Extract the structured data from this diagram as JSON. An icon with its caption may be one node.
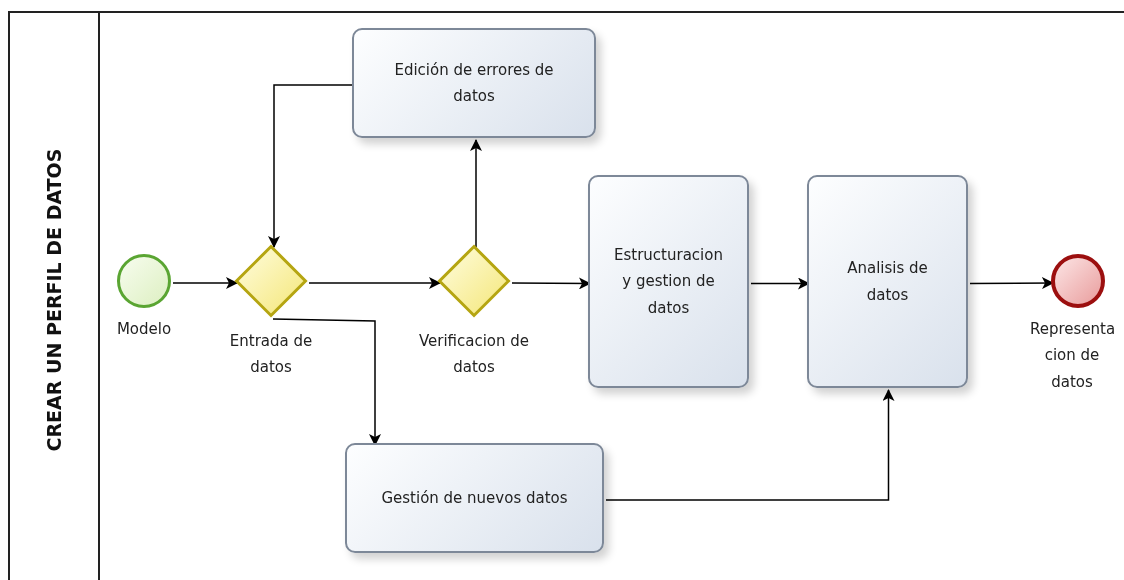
{
  "diagram": {
    "nodes": [
      {
        "text": [
          "CREAR UN PERFIL DE DATOS"
        ]
      },
      {
        "text": [],
        "shape": "circle",
        "in": 0,
        "beside": [
          "Modelo"
        ]
      },
      {
        "text": [],
        "shape": "diamond",
        "in": 0,
        "beside": [
          "Entrada de datos"
        ]
      },
      {
        "text": [
          "Edición de errores de datos"
        ],
        "in": 0
      },
      {
        "text": [],
        "shape": "diamond",
        "in": 0,
        "beside": [
          "Verificacion de datos"
        ]
      },
      {
        "text": [
          "Estructuracion y gestion de datos"
        ],
        "in": 0
      },
      {
        "text": [
          "Analisis de datos"
        ],
        "in": 0
      },
      {
        "text": [
          "Gestión de nuevos datos"
        ],
        "in": 0
      },
      {
        "text": [],
        "shape": "circle",
        "in": 0,
        "beside": [
          "Representa cion de datos"
        ]
      }
    ],
    "edges": [
      {
        "from": 1,
        "to": 2,
        "arrow": "to"
      },
      {
        "from": 2,
        "to": 4,
        "arrow": "to"
      },
      {
        "from": 4,
        "to": 3,
        "arrow": "to"
      },
      {
        "from": 3,
        "to": 2,
        "arrow": "to"
      },
      {
        "from": 2,
        "to": 7,
        "arrow": "to"
      },
      {
        "from": 4,
        "to": 5,
        "arrow": "to"
      },
      {
        "from": 5,
        "to": 6,
        "arrow": "to"
      },
      {
        "from": 7,
        "to": 6,
        "arrow": "to"
      },
      {
        "from": 6,
        "to": 8,
        "arrow": "to"
      }
    ]
  }
}
